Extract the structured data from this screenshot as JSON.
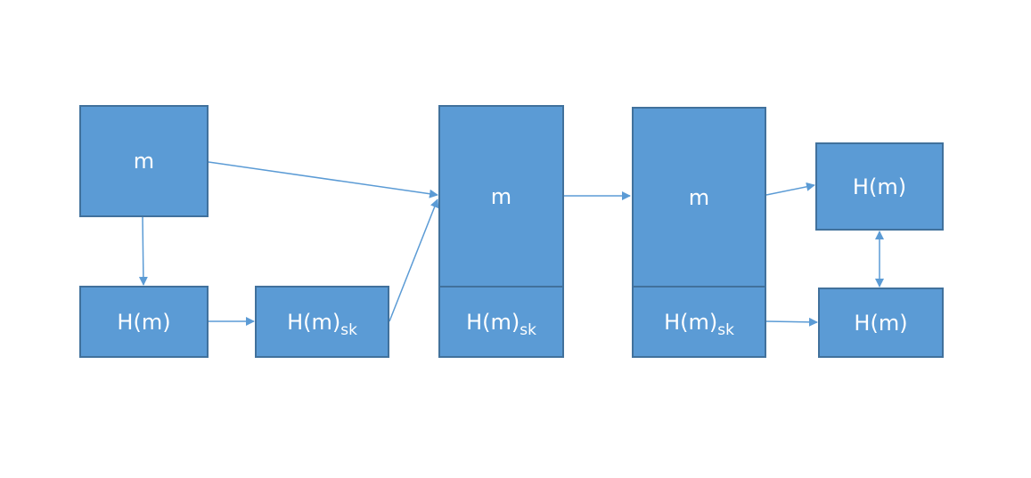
{
  "boxes": {
    "m_input": "m",
    "hash": "H(m)",
    "signed_hash": {
      "base": "H(m)",
      "sub": "sk"
    },
    "message_block_1": {
      "m": "m",
      "sig_base": "H(m)",
      "sig_sub": "sk"
    },
    "message_block_2": {
      "m": "m",
      "sig_base": "H(m)",
      "sig_sub": "sk"
    },
    "hash_out_top": "H(m)",
    "hash_out_bottom": "H(m)"
  },
  "colors": {
    "fill": "#5b9bd5",
    "border": "#41719c",
    "arrow": "#5b9bd5",
    "text": "#ffffff"
  }
}
